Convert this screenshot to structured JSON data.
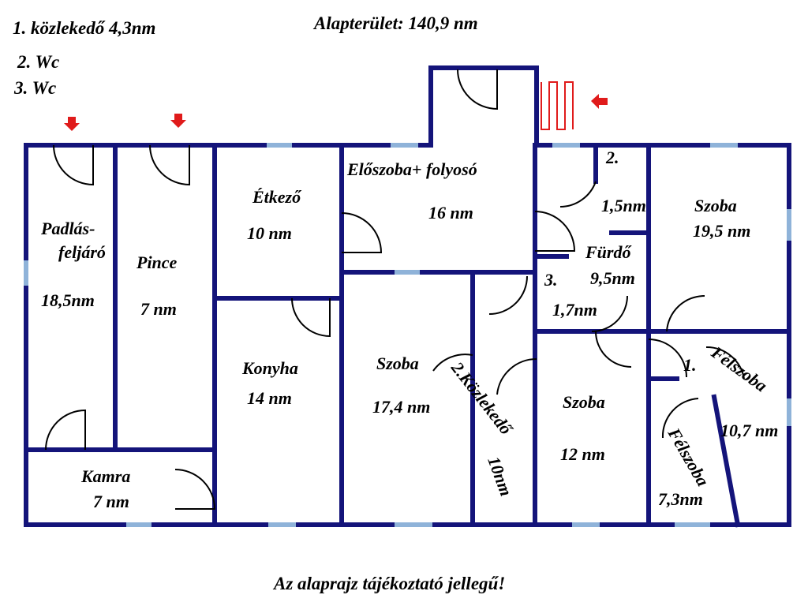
{
  "header": {
    "legend": [
      "1. közlekedő 4,3nm",
      "2. Wc",
      "3. Wc"
    ],
    "total_area": "Alapterület: 140,9 nm"
  },
  "footer": {
    "disclaimer": "Az alaprajz tájékoztató jellegű!"
  },
  "rooms": {
    "padlas": {
      "name1": "Padlás-",
      "name2": "feljáró",
      "area": "18,5nm"
    },
    "pince": {
      "name": "Pince",
      "area": "7 nm"
    },
    "kamra": {
      "name": "Kamra",
      "area": "7 nm"
    },
    "etkezo": {
      "name": "Étkező",
      "area": "10 nm"
    },
    "konyha": {
      "name": "Konyha",
      "area": "14 nm"
    },
    "eloszoba": {
      "name": "Előszoba+ folyosó",
      "area": "16 nm"
    },
    "szoba_174": {
      "name": "Szoba",
      "area": "17,4 nm"
    },
    "kozlekedo2": {
      "name": "2.Közlekedő",
      "area": "10nm"
    },
    "wc2": {
      "num": "2.",
      "area": "1,5nm"
    },
    "wc3": {
      "num": "3.",
      "area": "1,7nm"
    },
    "furdo": {
      "name": "Fürdő",
      "area": "9,5nm"
    },
    "szoba_12": {
      "name": "Szoba",
      "area": "12 nm"
    },
    "szoba_195": {
      "name": "Szoba",
      "area": "19,5 nm"
    },
    "felszoba_107": {
      "num": "1.",
      "name": "Félszoba",
      "area": "10,7 nm"
    },
    "felszoba_73": {
      "name": "Félszoba",
      "area": "7,3nm"
    }
  },
  "colors": {
    "wall": "#14147a",
    "window": "#8fb3d9",
    "arrow": "#e01b1b",
    "text": "#000000"
  },
  "icons": [
    "entrance-arrow-icon",
    "chimney-icon"
  ]
}
